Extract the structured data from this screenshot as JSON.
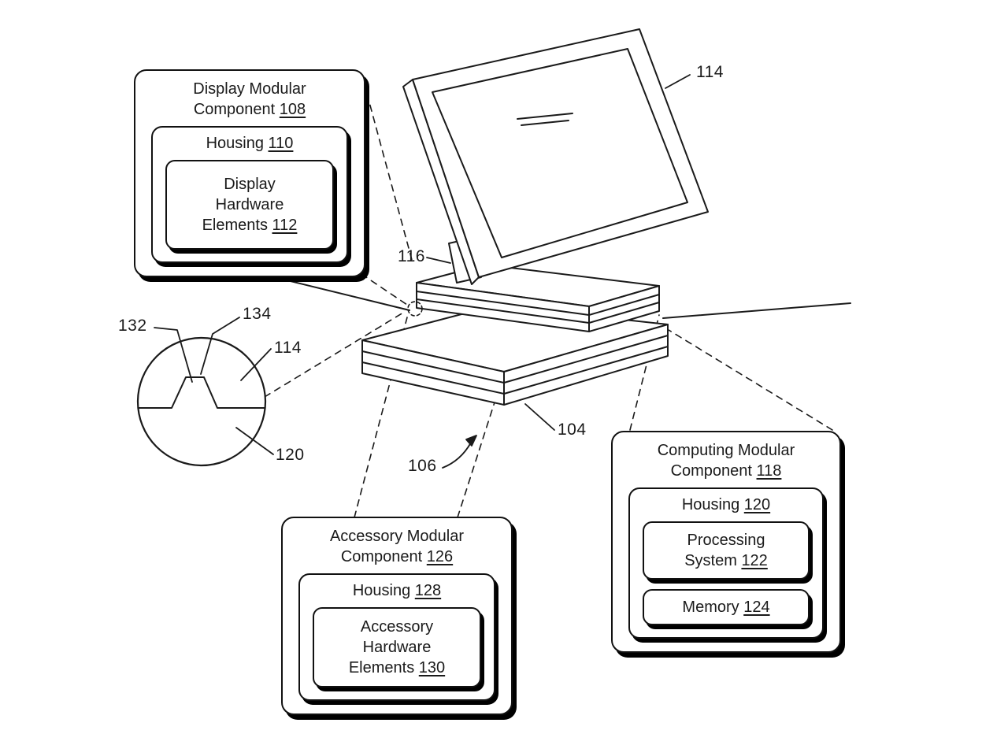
{
  "figure": {
    "description": "Patent-style diagram of a modular computing device with display, base and callout boxes"
  },
  "colors": {
    "ink": "#1a1a1a",
    "background": "#ffffff"
  },
  "callouts": {
    "display": {
      "title1": "Display Modular",
      "title2": "Component",
      "ref": "108",
      "housing": {
        "label": "Housing",
        "ref": "110"
      },
      "inner": {
        "lines": [
          "Display",
          "Hardware"
        ],
        "last": "Elements",
        "ref": "112"
      }
    },
    "accessory": {
      "title1": "Accessory Modular",
      "title2": "Component",
      "ref": "126",
      "housing": {
        "label": "Housing",
        "ref": "128"
      },
      "inner": {
        "lines": [
          "Accessory",
          "Hardware"
        ],
        "last": "Elements",
        "ref": "130"
      }
    },
    "computing": {
      "title1": "Computing Modular",
      "title2": "Component",
      "ref": "118",
      "housing": {
        "label": "Housing",
        "ref": "120"
      },
      "processing": {
        "line1": "Processing",
        "last": "System",
        "ref": "122"
      },
      "memory": {
        "last": "Memory",
        "ref": "124"
      }
    }
  },
  "labels": {
    "monitor_ref": "114",
    "hinge_ref": "116",
    "base_ref": "104",
    "surface_ref": "106",
    "detail_left": "132",
    "detail_top": "134",
    "detail_upper_right": "114",
    "detail_lower_right": "120"
  }
}
